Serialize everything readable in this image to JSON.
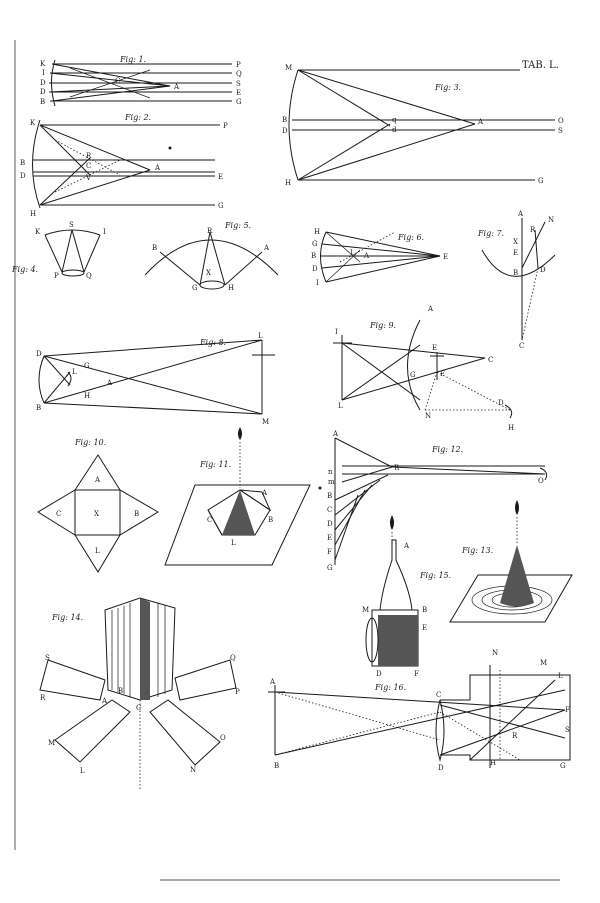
{
  "plate": {
    "tab": "TAB. L.",
    "figures": {
      "fig1": {
        "caption": "Fig: 1.",
        "labels": [
          "K",
          "I",
          "D",
          "D",
          "B",
          "P",
          "Q",
          "S",
          "E",
          "G",
          "C",
          "A"
        ]
      },
      "fig2": {
        "caption": "Fig: 2.",
        "labels": [
          "K",
          "B",
          "D",
          "H",
          "R",
          "C",
          "V",
          "A",
          "P",
          "E",
          "G"
        ]
      },
      "fig3": {
        "caption": "Fig: 3.",
        "labels": [
          "M",
          "B",
          "D",
          "H",
          "q",
          "d",
          "A",
          "O",
          "S",
          "G"
        ]
      },
      "fig4": {
        "caption": "Fig: 4.",
        "labels": [
          "K",
          "S",
          "I",
          "P",
          "Q"
        ]
      },
      "fig5": {
        "caption": "Fig: 5.",
        "labels": [
          "B",
          "R",
          "A",
          "X",
          "G",
          "H"
        ]
      },
      "fig6": {
        "caption": "Fig: 6.",
        "labels": [
          "H",
          "G",
          "B",
          "D",
          "I",
          "L",
          "A",
          "E"
        ]
      },
      "fig7": {
        "caption": "Fig: 7.",
        "labels": [
          "A",
          "N",
          "R",
          "X",
          "E",
          "B",
          "D",
          "C"
        ]
      },
      "fig8": {
        "caption": "Fig: 8.",
        "labels": [
          "D",
          "G",
          "L",
          "B",
          "H",
          "A",
          "L",
          "M"
        ]
      },
      "fig9": {
        "caption": "Fig: 9.",
        "labels": [
          "I",
          "A",
          "E",
          "C",
          "G",
          "F",
          "D",
          "L",
          "N",
          "H"
        ]
      },
      "fig10": {
        "caption": "Fig: 10.",
        "labels": [
          "A",
          "C",
          "X",
          "B",
          "L"
        ]
      },
      "fig11": {
        "caption": "Fig: 11.",
        "labels": [
          "A",
          "C",
          "B",
          "L"
        ]
      },
      "fig12": {
        "caption": "Fig: 12.",
        "labels": [
          "A",
          "n",
          "m",
          "R",
          "B",
          "C",
          "D",
          "E",
          "F",
          "G",
          "O"
        ]
      },
      "fig13": {
        "caption": "Fig: 13."
      },
      "fig14": {
        "caption": "Fig: 14.",
        "labels": [
          "S",
          "R",
          "A",
          "B",
          "C",
          "Q",
          "P",
          "M",
          "L",
          "O",
          "N"
        ]
      },
      "fig15": {
        "caption": "Fig: 15.",
        "labels": [
          "A",
          "M",
          "B",
          "E",
          "D",
          "F"
        ]
      },
      "fig16": {
        "caption": "Fig: 16.",
        "labels": [
          "A",
          "B",
          "C",
          "D",
          "N",
          "M",
          "L",
          "F",
          "S",
          "G",
          "R",
          "H"
        ]
      }
    }
  }
}
